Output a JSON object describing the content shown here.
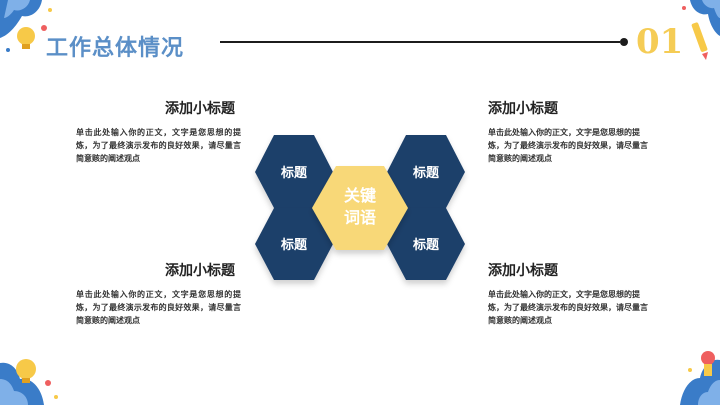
{
  "header": {
    "title": "工作总体情况",
    "page_number": "01"
  },
  "blocks": [
    {
      "title": "添加小标题",
      "body": "单击此处输入你的正文，文字是您思想的提炼，为了最终演示发布的良好效果，请尽量言简意赅的阐述观点"
    },
    {
      "title": "添加小标题",
      "body": "单击此处输入你的正文，文字是您思想的提炼，为了最终演示发布的良好效果，请尽量言简意赅的阐述观点"
    },
    {
      "title": "添加小标题",
      "body": "单击此处输入你的正文，文字是您思想的提炼，为了最终演示发布的良好效果，请尽量言简意赅的阐述观点"
    },
    {
      "title": "添加小标题",
      "body": "单击此处输入你的正文，文字是您思想的提炼，为了最终演示发布的良好效果，请尽量言简意赅的阐述观点"
    }
  ],
  "diagram": {
    "center_line1": "关键",
    "center_line2": "词语",
    "hexes": [
      "标题",
      "标题",
      "标题",
      "标题"
    ]
  },
  "colors": {
    "accent_blue": "#5b8fc7",
    "navy": "#1f416b",
    "yellow": "#f8d878",
    "page_number": "#f5cc55"
  }
}
